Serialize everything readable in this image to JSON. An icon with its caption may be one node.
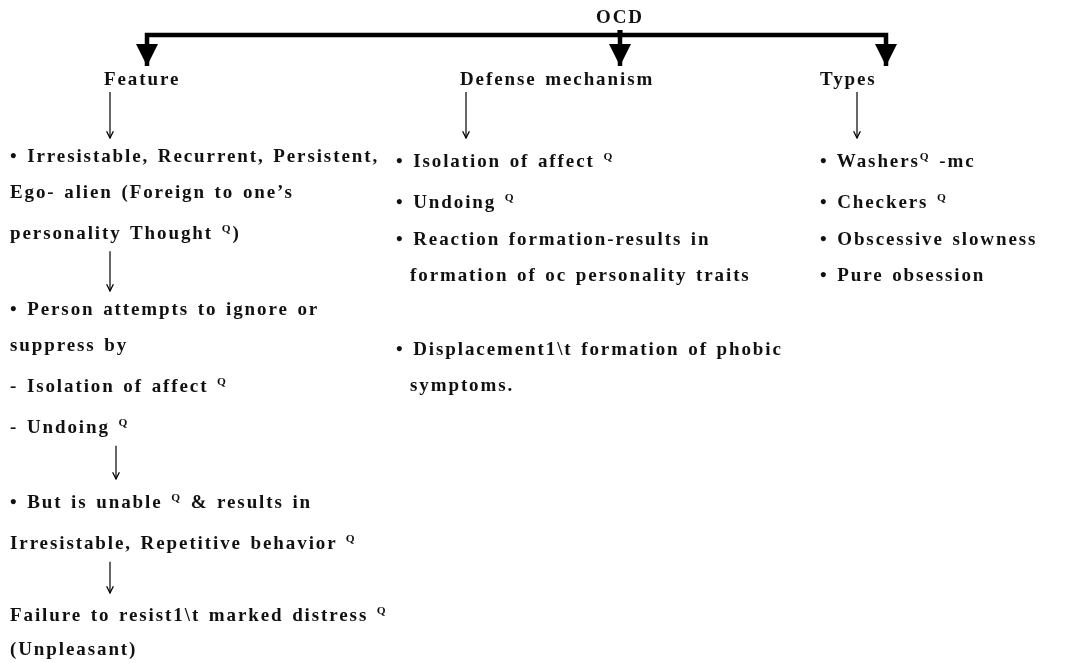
{
  "diagram": {
    "nodes": [
      {
        "text": [
          "OCD"
        ]
      },
      {
        "text": [
          "Feature"
        ]
      },
      {
        "text": [
          "Defense mechanism"
        ]
      },
      {
        "text": [
          "Types"
        ]
      },
      {
        "text": [
          "• Irresistable, Recurrent, Persistent, Ego- alien (Foreign to one’s personality Thought $^{Q}$)"
        ]
      },
      {
        "text": [
          "• Person attempts to ignore or suppress by",
          "-   Isolation of affect $^{Q}$",
          "-   Undoing $^{Q}$"
        ]
      },
      {
        "text": [
          "• But is unable $^{Q}$ & results in Irresistable, Repetitive behavior $^{Q}$"
        ]
      },
      {
        "text": [
          "Failure to resist1\\t marked distress $^{Q}$ (Unpleasant)"
        ]
      },
      {
        "text": [
          "• Isolation of affect $^{Q}$",
          "• Undoing $^{Q}$",
          "• Reaction formation-results in formation of oc personality traits",
          "• Displacement1\\t formation of phobic symptoms."
        ]
      },
      {
        "text": [
          "• Washers$^{Q}$ -mc",
          "• Checkers $^{Q}$",
          "• Obscessive slowness",
          "• Pure obsession"
        ]
      }
    ],
    "edges": [
      {
        "from": 0,
        "to": 1,
        "arrow": "to",
        "style": "thick"
      },
      {
        "from": 0,
        "to": 2,
        "arrow": "to",
        "style": "thick"
      },
      {
        "from": 0,
        "to": 3,
        "arrow": "to",
        "style": "thick"
      },
      {
        "from": 1,
        "to": 4,
        "arrow": "to"
      },
      {
        "from": 4,
        "to": 5,
        "arrow": "to"
      },
      {
        "from": 5,
        "to": 6,
        "arrow": "to"
      },
      {
        "from": 6,
        "to": 7,
        "arrow": "to"
      },
      {
        "from": 2,
        "to": 8,
        "arrow": "to"
      },
      {
        "from": 3,
        "to": 9,
        "arrow": "to"
      }
    ]
  }
}
